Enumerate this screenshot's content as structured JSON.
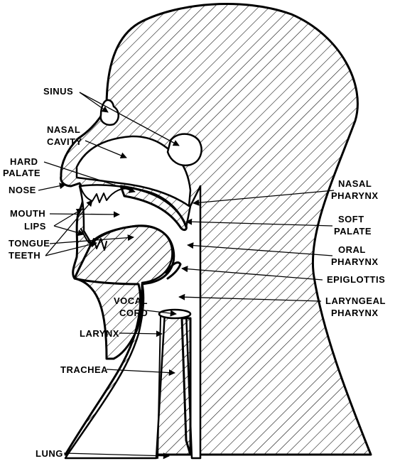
{
  "labels": {
    "sinus": "SINUS",
    "nasal_cavity_1": "NASAL",
    "nasal_cavity_2": "CAVITY",
    "hard_palate_1": "HARD",
    "hard_palate_2": "PALATE",
    "nose": "NOSE",
    "mouth": "MOUTH",
    "lips": "LIPS",
    "tongue": "TONGUE",
    "teeth": "TEETH",
    "vocal_cord_1": "VOCAL",
    "vocal_cord_2": "CORD",
    "larynx": "LARYNX",
    "trachea": "TRACHEA",
    "lung": "LUNG",
    "nasal_pharynx_1": "NASAL",
    "nasal_pharynx_2": "PHARYNX",
    "soft_palate_1": "SOFT",
    "soft_palate_2": "PALATE",
    "oral_pharynx_1": "ORAL",
    "oral_pharynx_2": "PHARYNX",
    "epiglottis": "EPIGLOTTIS",
    "laryngeal_pharynx_1": "LARYNGEAL",
    "laryngeal_pharynx_2": "PHARYNX"
  }
}
